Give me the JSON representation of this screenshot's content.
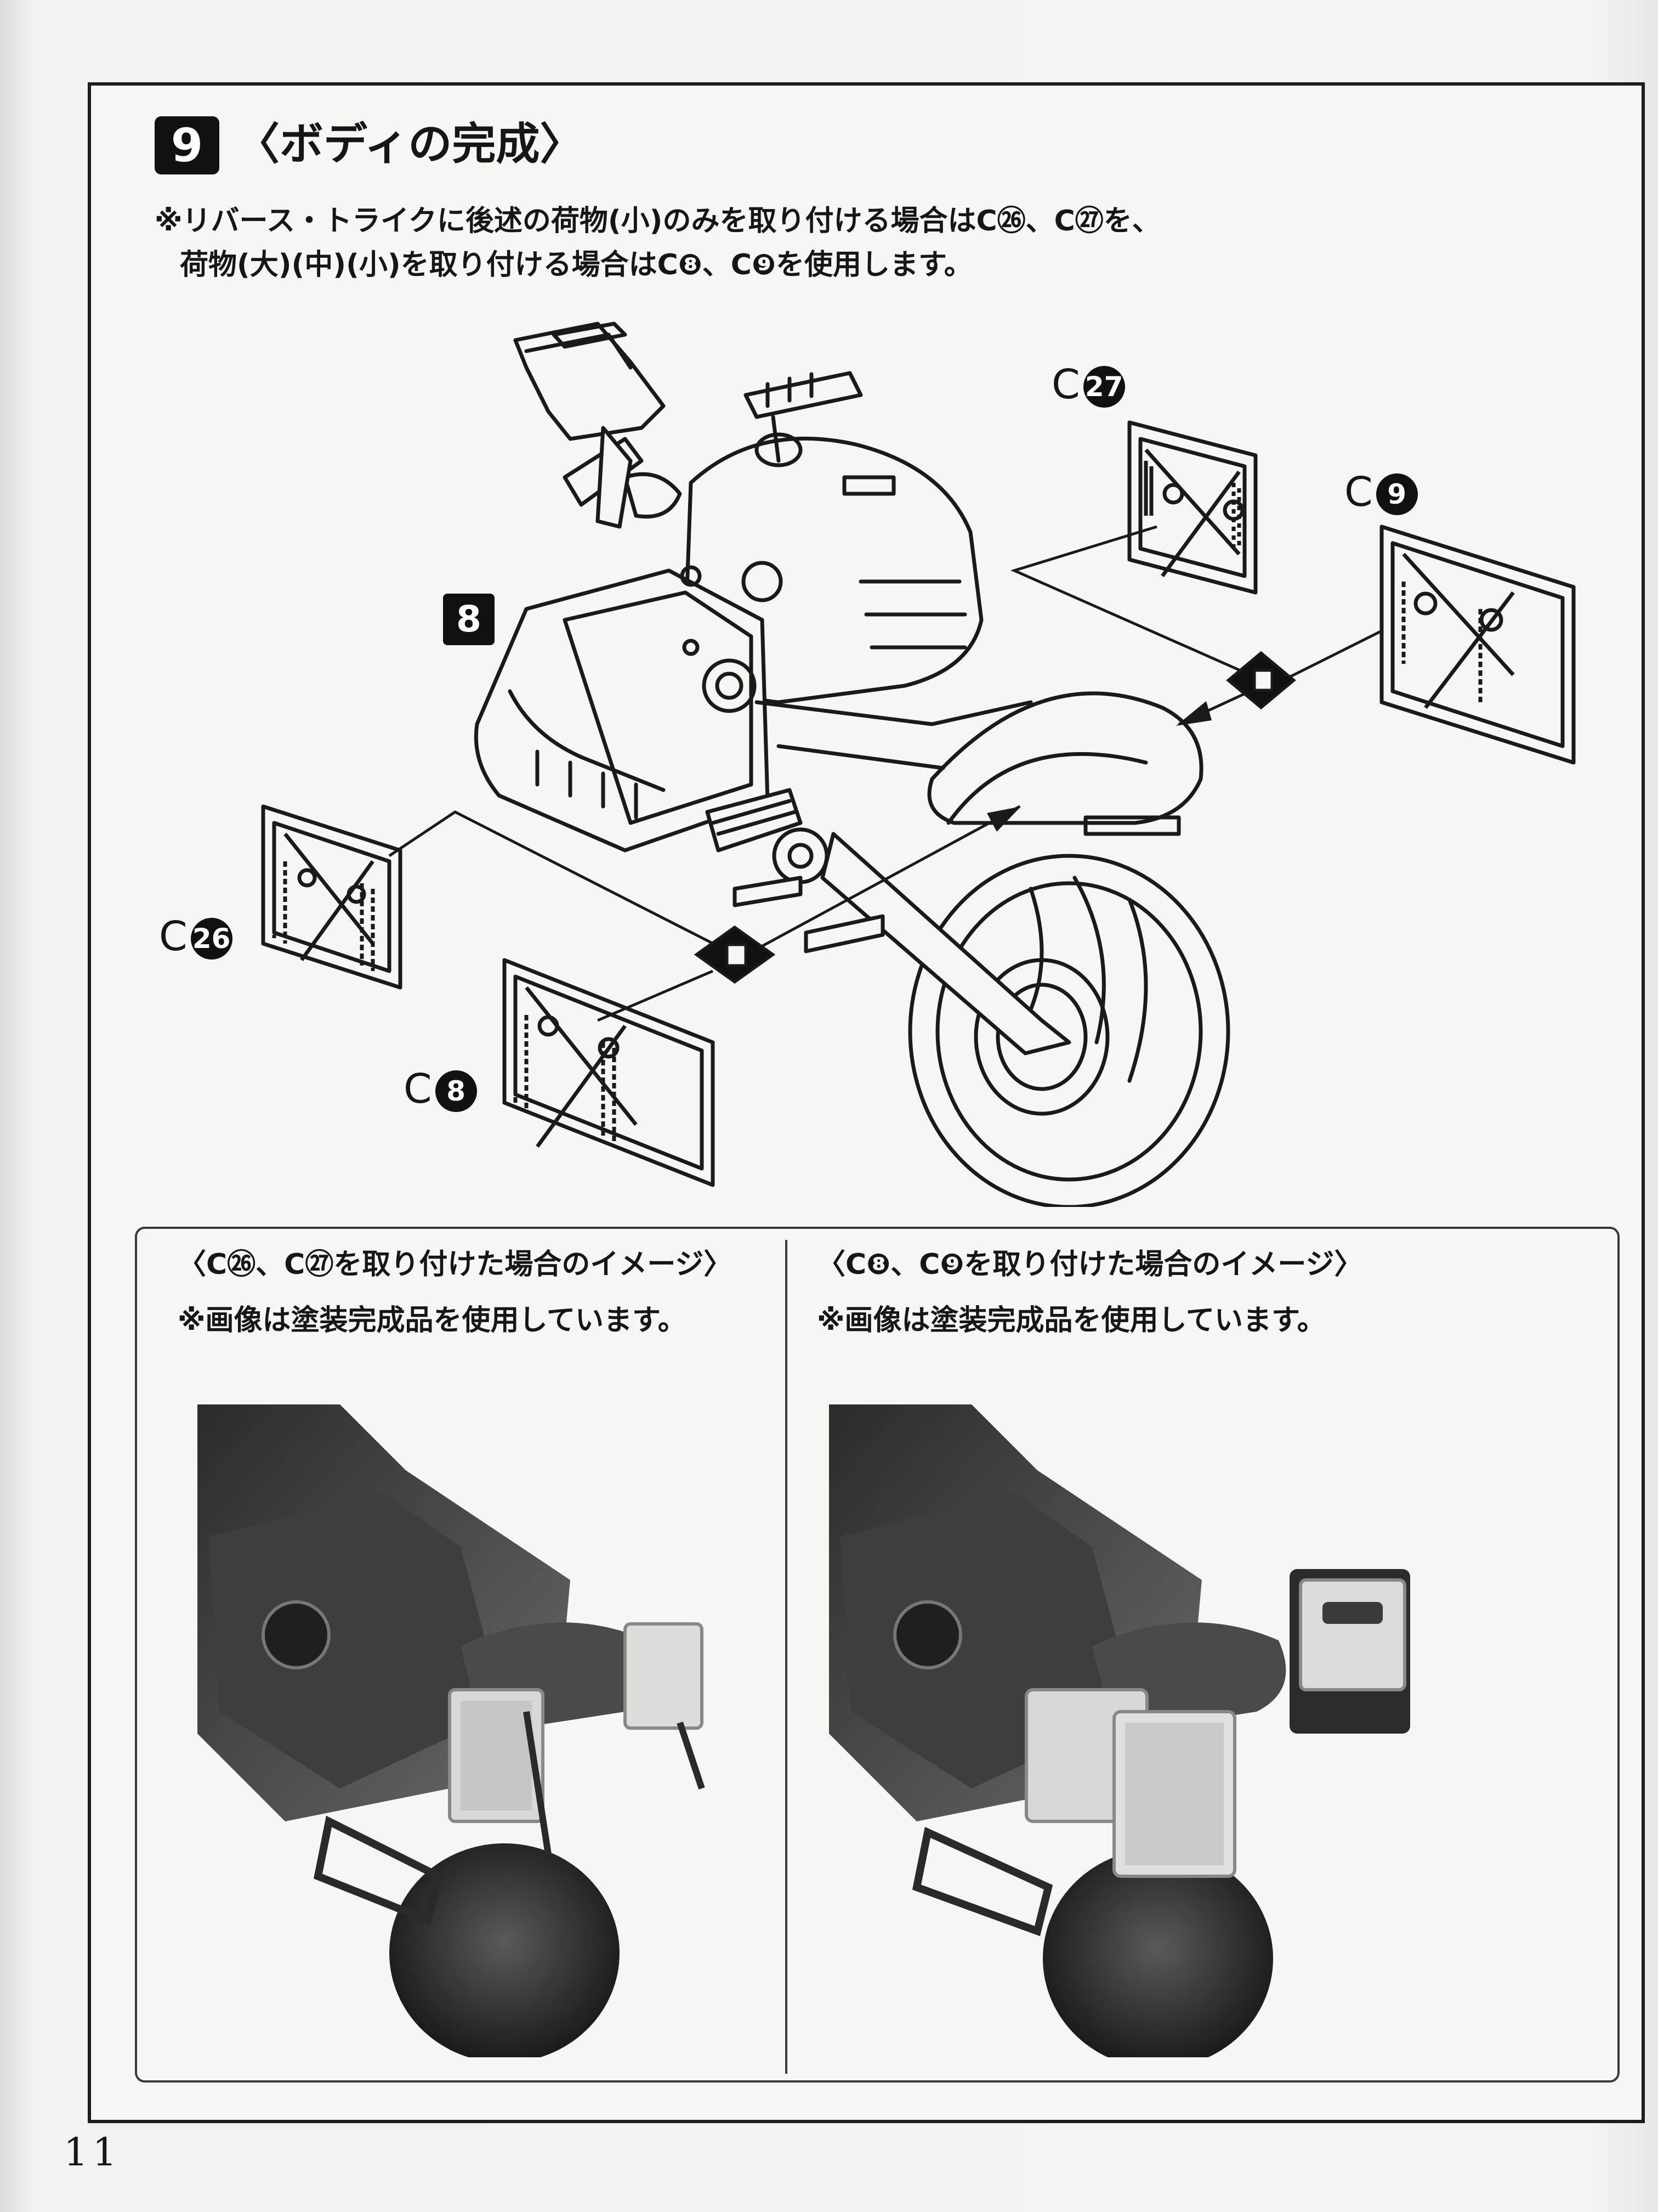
{
  "step": {
    "number": "9",
    "title": "〈ボディの完成〉"
  },
  "notes": {
    "line1": "※リバース・トライクに後述の荷物(小)のみを取り付ける場合はC㉖、C㉗を、",
    "line2": "荷物(大)(中)(小)を取り付ける場合はC❽、C❾を使用します。"
  },
  "parts": {
    "c27": {
      "prefix": "C",
      "num": "27"
    },
    "c9": {
      "prefix": "C",
      "num": "9"
    },
    "c26": {
      "prefix": "C",
      "num": "26"
    },
    "c8": {
      "prefix": "C",
      "num": "8"
    }
  },
  "body_ref": "8",
  "photo_panels": {
    "left": {
      "caption": "〈C㉖、C㉗を取り付けた場合のイメージ〉",
      "note": "※画像は塗装完成品を使用しています。"
    },
    "right": {
      "caption": "〈C❽、C❾を取り付けた場合のイメージ〉",
      "note": "※画像は塗装完成品を使用しています。"
    }
  },
  "page_number": "11"
}
